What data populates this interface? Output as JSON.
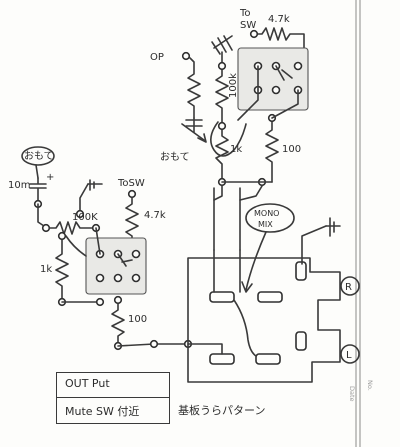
{
  "labels": {
    "to_sw_top": "To",
    "to_sw_top_2": "SW",
    "r_top": "4.7k",
    "op": "OP",
    "r_100k_vert": "100k",
    "r_1k_right": "1k",
    "r_100_right": "100",
    "omote_top": "おもて",
    "omote_left": "おもて",
    "cap_10m": "10m",
    "plus_sign": "+",
    "r_100k_left": "100K",
    "to_sw_left": "ToSW",
    "r_4k7_left": "4.7k",
    "r_1k_left": "1k",
    "r_100_bottom": "100",
    "mono_mix_1": "MONO",
    "mono_mix_2": "MIX",
    "channel_r": "R",
    "channel_l": "L",
    "caption_line1": "OUT Put",
    "caption_line2": "Mute SW 付近",
    "pattern_title": "基板うらパターン",
    "paper_date": "Date",
    "paper_no": "No."
  }
}
